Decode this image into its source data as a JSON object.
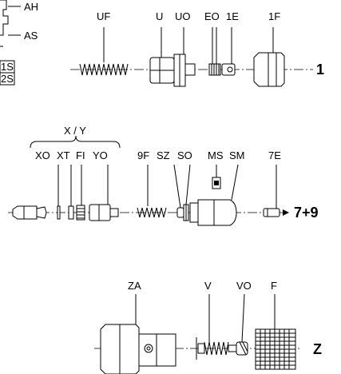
{
  "top_left": {
    "ah": "AH",
    "as": "AS",
    "box1": "1S",
    "box2": "2S"
  },
  "assembly1": {
    "labels": [
      "UF",
      "U",
      "UO",
      "EO",
      "1E",
      "1F"
    ],
    "number": "1"
  },
  "assembly79": {
    "group_label": "X / Y",
    "labels": [
      "XO",
      "XT",
      "FI",
      "YO",
      "9F",
      "SZ",
      "SO",
      "MS",
      "SM",
      "7E"
    ],
    "number": "7+9"
  },
  "assemblyZ": {
    "labels": [
      "ZA",
      "V",
      "VO",
      "F"
    ],
    "number": "Z"
  }
}
